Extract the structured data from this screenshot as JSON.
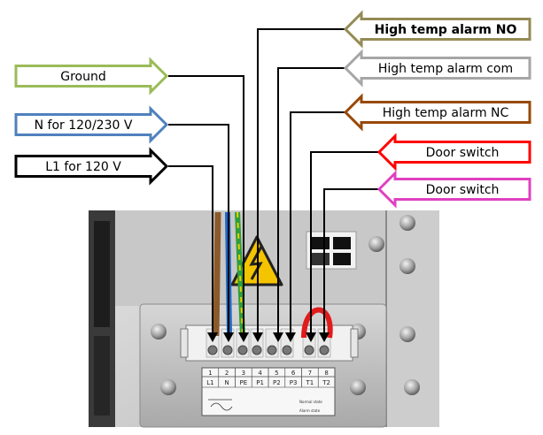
{
  "labels": {
    "ground": "Ground",
    "neutral": "N for 120/230 V",
    "line": "L1 for 120 V",
    "alarm_no": "High temp alarm NO",
    "alarm_com": "High temp alarm com",
    "alarm_nc": "High temp alarm NC",
    "door1": "Door switch",
    "door2": "Door switch"
  },
  "terminal": {
    "numbers": [
      "1",
      "2",
      "3",
      "4",
      "5",
      "6",
      "7",
      "8"
    ],
    "codes": [
      "L1",
      "N",
      "PE",
      "P1",
      "P2",
      "P3",
      "T1",
      "T2"
    ],
    "legend_1": "Normal state",
    "legend_2": "Alarm state"
  },
  "colors": {
    "ground": "#9bbb59",
    "neutral": "#4f81bd",
    "line": "#000000",
    "alarm_no": "#948a54",
    "alarm_com": "#a6a6a6",
    "alarm_nc": "#984807",
    "door1": "#ff0000",
    "door2": "#e040c0",
    "panel": "#dcdcdc",
    "hazard": "#f5c400"
  }
}
